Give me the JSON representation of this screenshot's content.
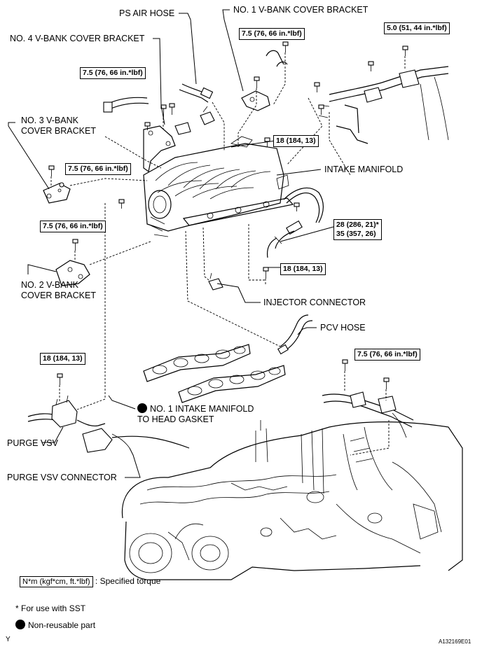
{
  "labels": {
    "ps_air_hose": "PS AIR HOSE",
    "no1_bracket": "NO. 1 V-BANK COVER BRACKET",
    "no4_bracket": "NO. 4 V-BANK COVER BRACKET",
    "no3_bracket": "NO. 3 V-BANK\nCOVER BRACKET",
    "intake_manifold": "INTAKE MANIFOLD",
    "no2_bracket": "NO. 2 V-BANK\nCOVER BRACKET",
    "injector_connector": "INJECTOR CONNECTOR",
    "pcv_hose": "PCV HOSE",
    "gasket": "NO. 1 INTAKE MANIFOLD\nTO HEAD GASKET",
    "purge_vsv": "PURGE VSV",
    "purge_vsv_connector": "PURGE VSV CONNECTOR"
  },
  "torques": {
    "t_no1": "7.5 (76, 66 in.*lbf)",
    "t_topright": "5.0 (51, 44 in.*lbf)",
    "t_no4": "7.5 (76, 66 in.*lbf)",
    "t_center": "18 (184, 13)",
    "t_no3": "7.5 (76, 66 in.*lbf)",
    "t_no2": "7.5 (76, 66 in.*lbf)",
    "t_fuel": "28 (286, 21)*\n35 (357, 26)",
    "t_lower_center": "18 (184, 13)",
    "t_purge": "18 (184, 13)",
    "t_right_lower": "7.5 (76, 66 in.*lbf)"
  },
  "legend": {
    "torque_box": "N*m (kgf*cm, ft.*lbf)",
    "torque_text": ": Specified torque",
    "sst_note": "* For use with SST",
    "nonreusable": "Non-reusable part"
  },
  "corner_letter": "Y",
  "figure_id": "A132169E01"
}
